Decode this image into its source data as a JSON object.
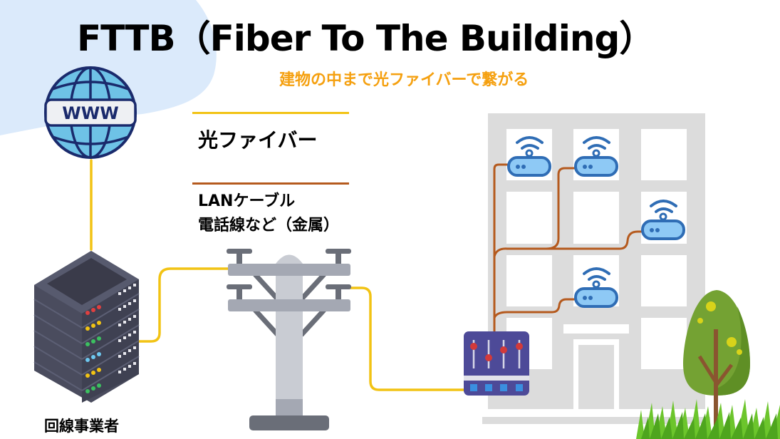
{
  "title": "FTTB（Fiber To The Building）",
  "subtitle": "建物の中まで光ファイバーで繋がる",
  "legend": {
    "fiber": {
      "label": "光ファイバー",
      "color": "#f2c314"
    },
    "metal": {
      "label_line1": "LANケーブル",
      "label_line2": "電話線など（金属）",
      "color": "#b55a1e"
    }
  },
  "nodes": {
    "internet": {
      "icon": "globe-www-icon",
      "text": "WWW"
    },
    "provider": {
      "icon": "server-rack-icon",
      "label": "回線事業者"
    },
    "pole": {
      "icon": "utility-pole-icon"
    },
    "building": {
      "icon": "building-icon"
    },
    "switch": {
      "icon": "network-switch-icon"
    },
    "routers": [
      {
        "icon": "wifi-router-icon",
        "floor": "top",
        "column": "left"
      },
      {
        "icon": "wifi-router-icon",
        "floor": "top",
        "column": "middle"
      },
      {
        "icon": "wifi-router-icon",
        "floor": "second",
        "column": "right"
      },
      {
        "icon": "wifi-router-icon",
        "floor": "third",
        "column": "middle"
      }
    ],
    "tree": {
      "icon": "tree-icon"
    },
    "grass": {
      "icon": "grass-icon"
    }
  },
  "colors": {
    "background_blob": "#dbeafb",
    "building": "#dcdcdc",
    "router": "#2f6db5",
    "router_fill": "#8ec9f5",
    "server": "#4a4c5e",
    "pole": "#c9ccd3",
    "switch": "#4d4a98"
  }
}
